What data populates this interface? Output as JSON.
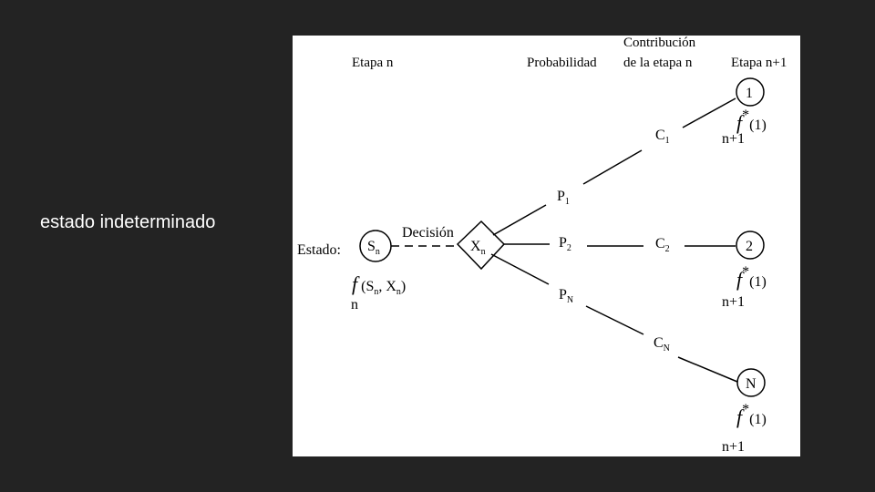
{
  "slide": {
    "caption": "estado indeterminado"
  },
  "diagram": {
    "headers": {
      "stage_n": "Etapa n",
      "probability": "Probabilidad",
      "contribution_line1": "Contribución",
      "contribution_line2": "de la etapa n",
      "stage_n1": "Etapa n+1"
    },
    "state_label": "Estado:",
    "decision_label": "Decisión",
    "state_node": {
      "base": "S",
      "sub": "n"
    },
    "decision_node": {
      "base": "X",
      "sub": "n"
    },
    "value_function": {
      "f": "f",
      "open": " (S",
      "sub_s": "n",
      "mid": ", X",
      "sub_x": "n",
      "close": ")",
      "below": "n"
    },
    "branches": [
      {
        "prob_base": "P",
        "prob_sub": "1",
        "contrib_base": "C",
        "contrib_sub": "1",
        "node": "1",
        "f_star": "f",
        "f_arg": "(1)",
        "f_sub": "n+1"
      },
      {
        "prob_base": "P",
        "prob_sub": "2",
        "contrib_base": "C",
        "contrib_sub": "2",
        "node": "2",
        "f_star": "f",
        "f_arg": "(1)",
        "f_sub": "n+1"
      },
      {
        "prob_base": "P",
        "prob_sub": "N",
        "contrib_base": "C",
        "contrib_sub": "N",
        "node": "N",
        "f_star": "f",
        "f_arg": "(1)",
        "f_sub": "n+1"
      }
    ]
  }
}
